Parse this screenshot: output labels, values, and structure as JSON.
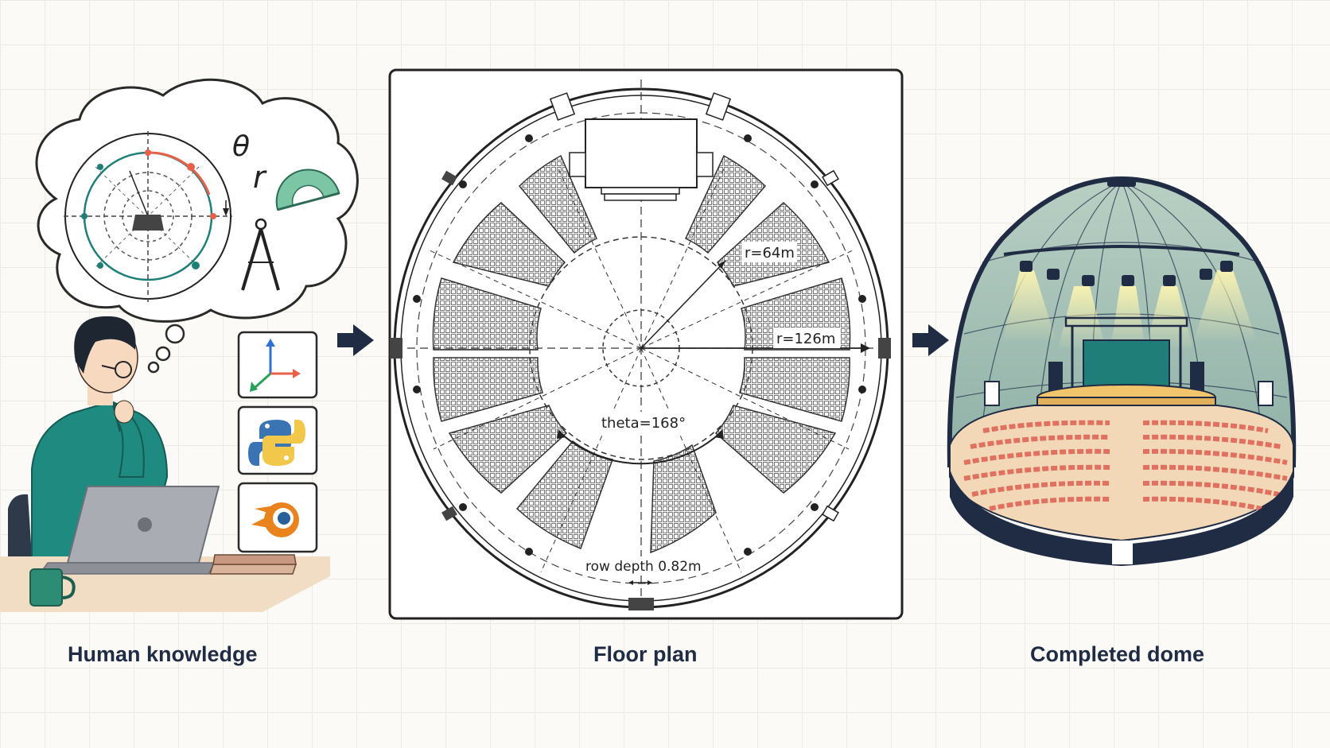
{
  "captions": {
    "human_knowledge": "Human knowledge",
    "floor_plan": "Floor plan",
    "completed_dome": "Completed dome"
  },
  "thought": {
    "theta_symbol": "θ",
    "r_symbol": "r"
  },
  "floor_plan": {
    "inner_radius_label": "r=64m",
    "outer_radius_label": "r=126m",
    "angle_label": "theta=168°",
    "row_depth_label": "row depth 0.82m"
  },
  "colors": {
    "navy": "#1f2c44",
    "teal": "#1f7f78",
    "seat_red": "#e07060",
    "stage_yellow": "#f2c56c",
    "python_blue": "#3a74b2",
    "python_yellow": "#f2c84b",
    "blender_orange": "#e8831e"
  },
  "icons": [
    "axes-3d-icon",
    "python-logo-icon",
    "blender-logo-icon",
    "compass-icon",
    "protractor-icon",
    "arrow-right-icon"
  ]
}
